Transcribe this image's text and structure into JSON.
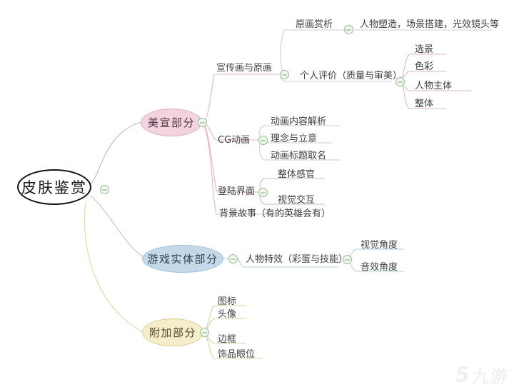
{
  "mindmap": {
    "root": {
      "label": "皮肤鉴赏",
      "toggle_icon": "collapse-minus-icon"
    },
    "branches": [
      {
        "id": "art-promo",
        "label": "美宣部分",
        "color": "#f4d3e0",
        "border_color": "#e0aac6",
        "children": [
          {
            "id": "promo-art",
            "label": "宣传画与原画",
            "children": [
              {
                "id": "original-art-review",
                "label": "原画赏析",
                "children": [
                  {
                    "id": "art-aspects",
                    "label": "人物塑造，场景搭建，光效镜头等"
                  }
                ]
              },
              {
                "id": "personal-eval",
                "label": "个人评价（质量与审美）",
                "children": [
                  {
                    "id": "scene-choice",
                    "label": "选景"
                  },
                  {
                    "id": "color",
                    "label": "色彩"
                  },
                  {
                    "id": "character-subject",
                    "label": "人物主体"
                  },
                  {
                    "id": "overall",
                    "label": "整体"
                  }
                ]
              }
            ]
          },
          {
            "id": "cg-animation",
            "label": "CG动画",
            "children": [
              {
                "id": "anim-content",
                "label": "动画内容解析"
              },
              {
                "id": "concept-idea",
                "label": "理念与立意"
              },
              {
                "id": "anim-title",
                "label": "动画标题取名"
              }
            ]
          },
          {
            "id": "login-screen",
            "label": "登陆界面",
            "children": [
              {
                "id": "overall-sense",
                "label": "整体感官"
              },
              {
                "id": "visual-interaction",
                "label": "视觉交互"
              }
            ]
          },
          {
            "id": "background-story",
            "label": "背景故事（有的英雄会有）",
            "children": []
          }
        ]
      },
      {
        "id": "game-entity",
        "label": "游戏实体部分",
        "color": "#c3d8e8",
        "border_color": "#9dbfd6",
        "children": [
          {
            "id": "character-fx",
            "label": "人物特效（彩蛋与技能）",
            "children": [
              {
                "id": "visual-angle",
                "label": "视觉角度"
              },
              {
                "id": "audio-angle",
                "label": "音效角度"
              }
            ]
          }
        ]
      },
      {
        "id": "extras",
        "label": "附加部分",
        "color": "#f6eecb",
        "border_color": "#d9ce92",
        "children": [
          {
            "id": "icon-item",
            "label": "图标"
          },
          {
            "id": "avatar-item",
            "label": "头像"
          },
          {
            "id": "frame-item",
            "label": "边框"
          },
          {
            "id": "accessory-eye",
            "label": "饰品眼位"
          }
        ]
      }
    ]
  },
  "watermark": {
    "mark": "5",
    "text": "九游"
  }
}
